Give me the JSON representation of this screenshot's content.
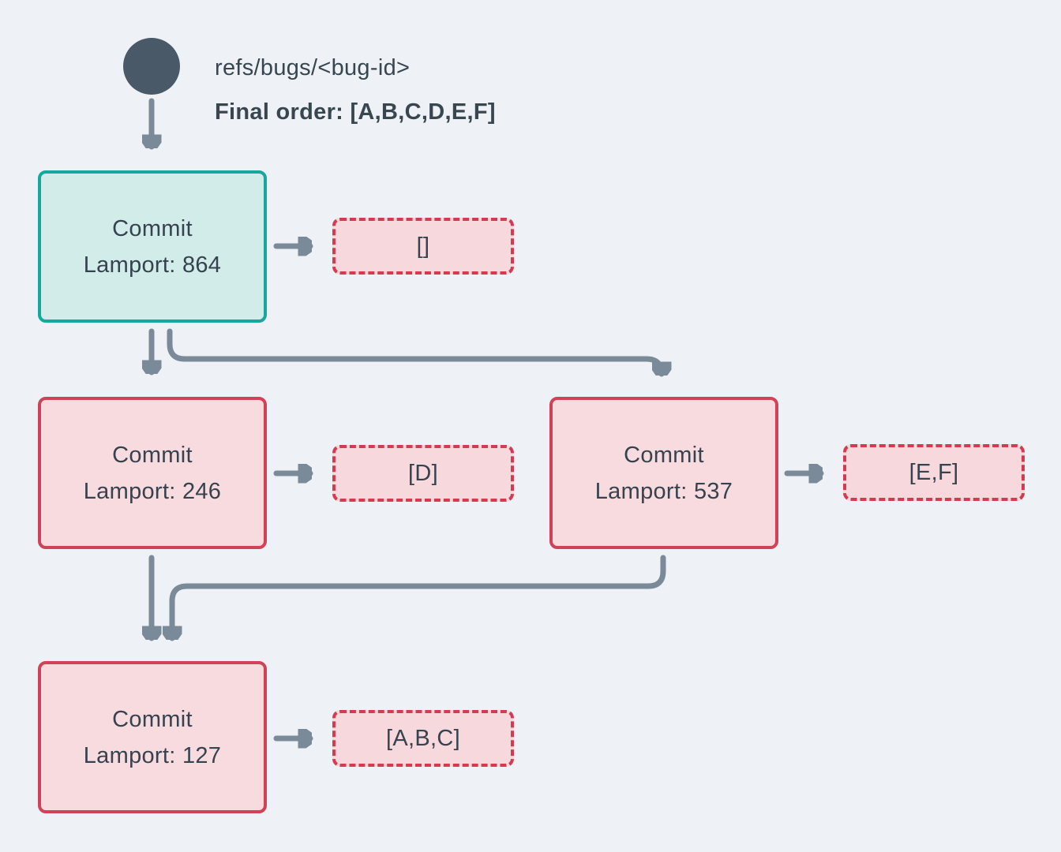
{
  "header": {
    "ref_name": "refs/bugs/<bug-id>",
    "final_order": "Final order: [A,B,C,D,E,F]"
  },
  "commits": [
    {
      "line1": "Commit",
      "line2": "Lamport: 864",
      "payload": "[]"
    },
    {
      "line1": "Commit",
      "line2": "Lamport: 246",
      "payload": "[D]"
    },
    {
      "line1": "Commit",
      "line2": "Lamport: 537",
      "payload": "[E,F]"
    },
    {
      "line1": "Commit",
      "line2": "Lamport: 127",
      "payload": "[A,B,C]"
    }
  ],
  "colors": {
    "bg": "#eef1f5",
    "ink": "#37464f",
    "node_ink": "#36434f",
    "arrow": "#7b8a99",
    "teal_border": "#18a79c",
    "teal_fill": "#d2ecea",
    "pink_border": "#cf4257",
    "pink_fill": "#f7dbdf",
    "dash_border": "#d63a50",
    "dash_fill": "#f7d8dc",
    "circle": "#4a5968"
  }
}
